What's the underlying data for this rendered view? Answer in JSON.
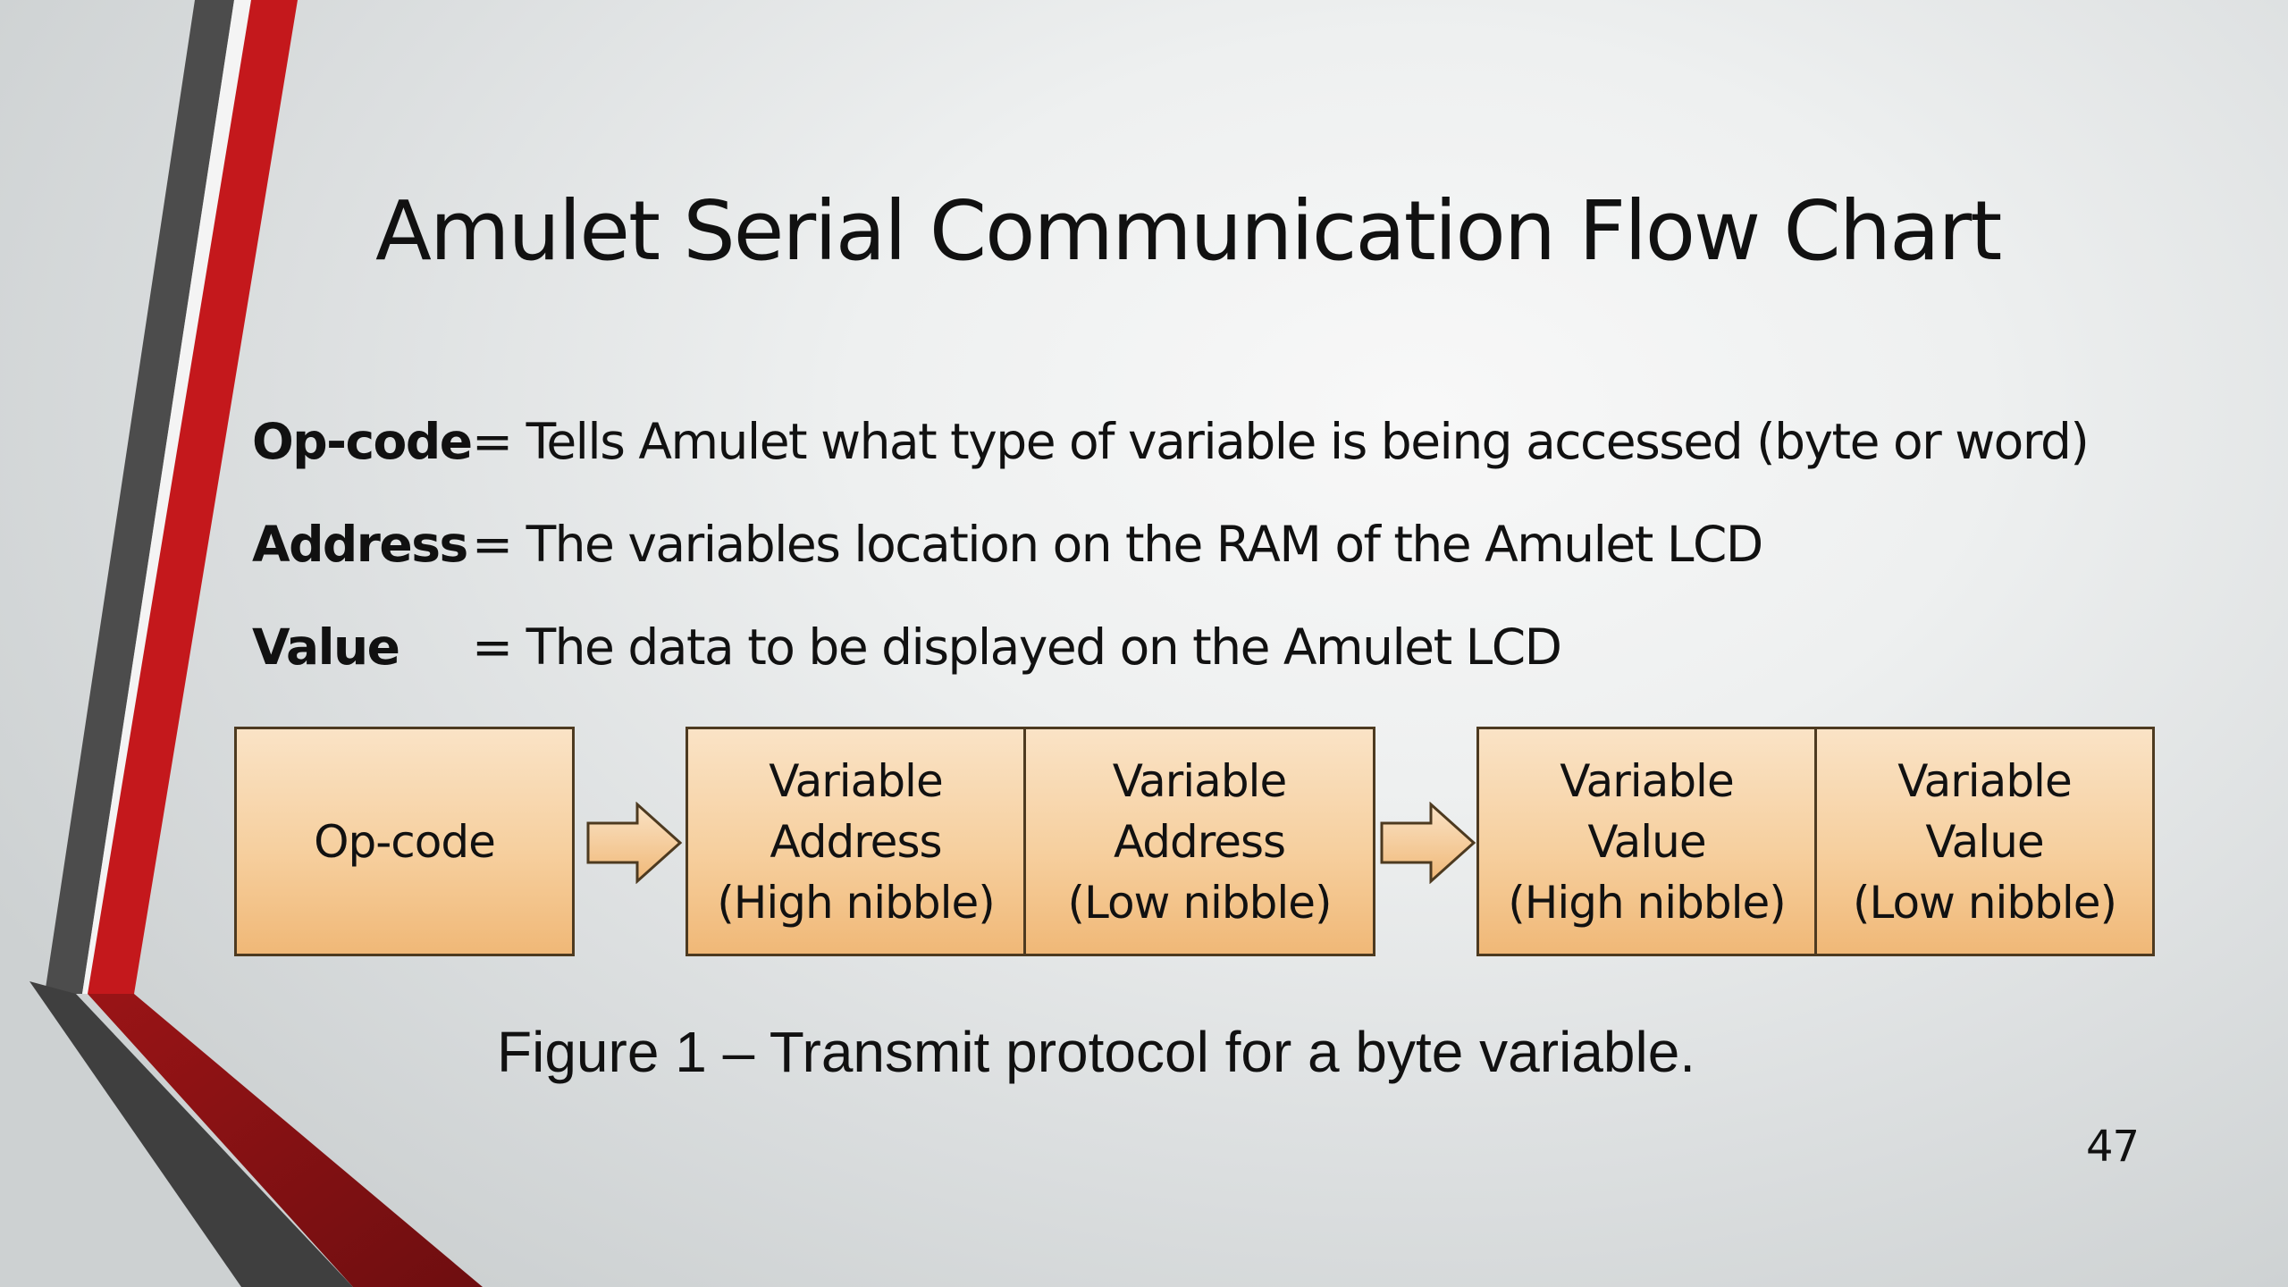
{
  "slide": {
    "title": "Amulet Serial Communication Flow Chart",
    "definitions": [
      {
        "term": "Op-code",
        "text": "= Tells Amulet what type of variable is being accessed (byte or word)"
      },
      {
        "term": "Address",
        "text": "= The variables location on the RAM of the Amulet LCD"
      },
      {
        "term": "Value",
        "text": "= The data to be displayed on the Amulet LCD"
      }
    ],
    "flow": {
      "boxes": [
        "Op-code",
        "Variable\nAddress\n(High nibble)",
        "Variable\nAddress\n(Low nibble)",
        "Variable\nValue\n(High nibble)",
        "Variable\nValue\n(Low nibble)"
      ],
      "arrow_icon": "right-arrow-icon"
    },
    "caption": "Figure 1 – Transmit protocol for a byte variable.",
    "page_number": "47"
  },
  "colors": {
    "accent_red": "#c4181c",
    "dark_stripe": "#4a4a4a",
    "box_fill_top": "#fae3c6",
    "box_fill_bottom": "#f0b877",
    "box_border": "#4d3a20"
  }
}
